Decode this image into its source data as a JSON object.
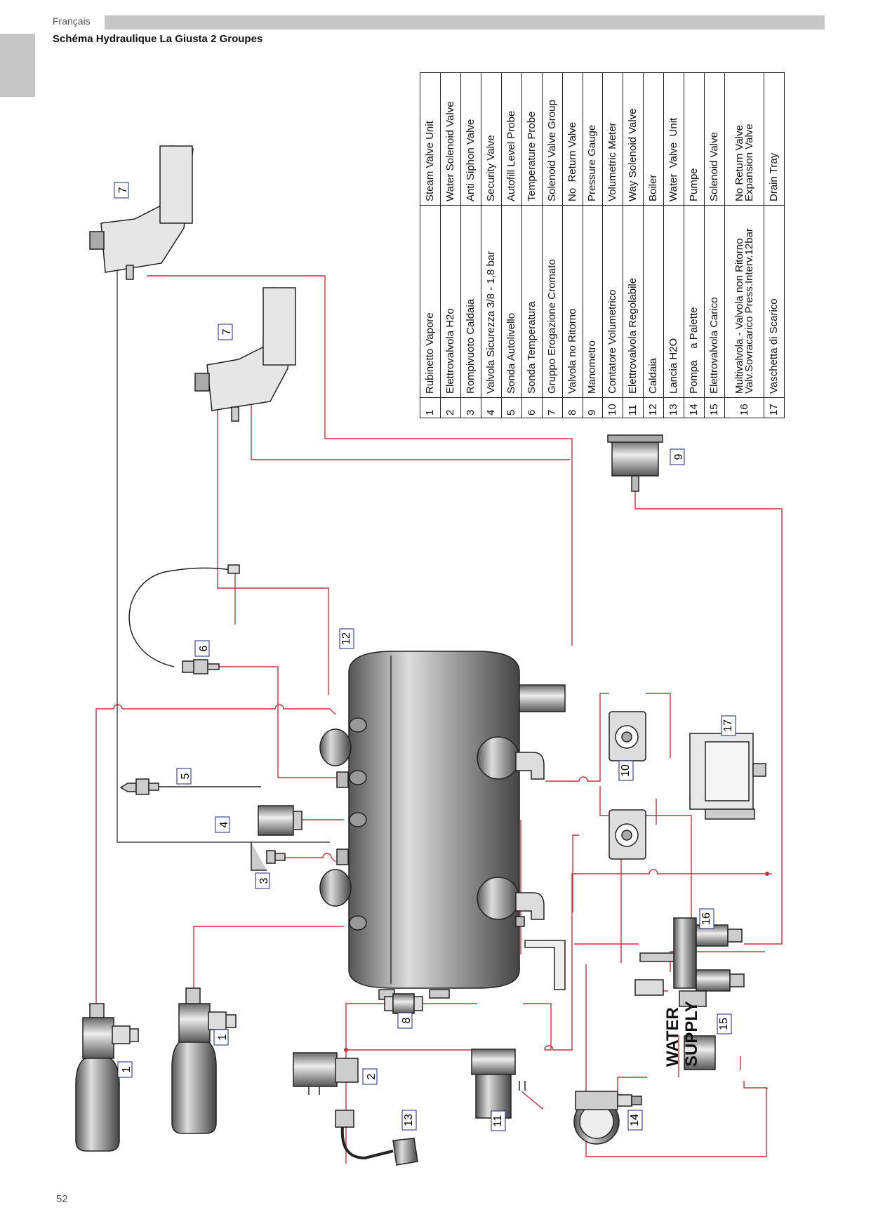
{
  "header": {
    "language": "Français",
    "title": "Schéma Hydraulique La Giusta 2 Groupes"
  },
  "footer": {
    "page_number": "52"
  },
  "legend": [
    {
      "n": "1",
      "it": "Rubinetto Vapore",
      "en": "Steam Valve Unit"
    },
    {
      "n": "2",
      "it": "Elettrovalvola H2o",
      "en": "Water Solenoid Valve"
    },
    {
      "n": "3",
      "it": "Rompivuoto Caldaia",
      "en": "Anti Siphon Valve"
    },
    {
      "n": "4",
      "it": "Valvola Sicurezza 3/8 - 1,8 bar",
      "en": "Security Valve"
    },
    {
      "n": "5",
      "it": "Sonda Autolivello",
      "en": "Autofill Level Probe"
    },
    {
      "n": "6",
      "it": "Sonda Temperatura",
      "en": "Temperature Probe"
    },
    {
      "n": "7",
      "it": "Gruppo Erogazione Cromato",
      "en": "Solenoid Valve Group"
    },
    {
      "n": "8",
      "it": "Valvola no Ritorno",
      "en": "No  Return Valve"
    },
    {
      "n": "9",
      "it": "Manometro",
      "en": "Pressure Gauge"
    },
    {
      "n": "10",
      "it": "Contatore Volumetrico",
      "en": "Volumetric Meter"
    },
    {
      "n": "11",
      "it": "Elettrovalvola Regolabile",
      "en": "Way Solenoid Valve"
    },
    {
      "n": "12",
      "it": "Caldaia",
      "en": "Boiler"
    },
    {
      "n": "13",
      "it": "Lancia H2O",
      "en": "Water  Valve  Unit"
    },
    {
      "n": "14",
      "it": "Pompa    a Palette",
      "en": "Pumpe"
    },
    {
      "n": "15",
      "it": "Elettrovalvola Carico",
      "en": "Solenoid Valve"
    },
    {
      "n": "16",
      "it": "Multivalvola - Valvola non Ritorno\nValv.Sovracarico Press.Interv.12bar",
      "en": "No Return Valve\nExpansion Valve"
    },
    {
      "n": "17",
      "it": "Vaschetta di Scarico",
      "en": "Drain Tray"
    }
  ],
  "callouts": {
    "c1a": "1",
    "c1b": "1",
    "c2": "2",
    "c3": "3",
    "c4": "4",
    "c5": "5",
    "c6": "6",
    "c7a": "7",
    "c7b": "7",
    "c8": "8",
    "c9": "9",
    "c10": "10",
    "c11": "11",
    "c12": "12",
    "c13": "13",
    "c14": "14",
    "c15": "15",
    "c16": "16",
    "c17": "17"
  },
  "water_supply": {
    "line1": "WATER",
    "line2": "SUPPLY"
  },
  "colors": {
    "pipe": "#c8323c",
    "outline": "#222222",
    "callout_border": "#1a237e",
    "tab_gray": "#c6c6c6"
  }
}
